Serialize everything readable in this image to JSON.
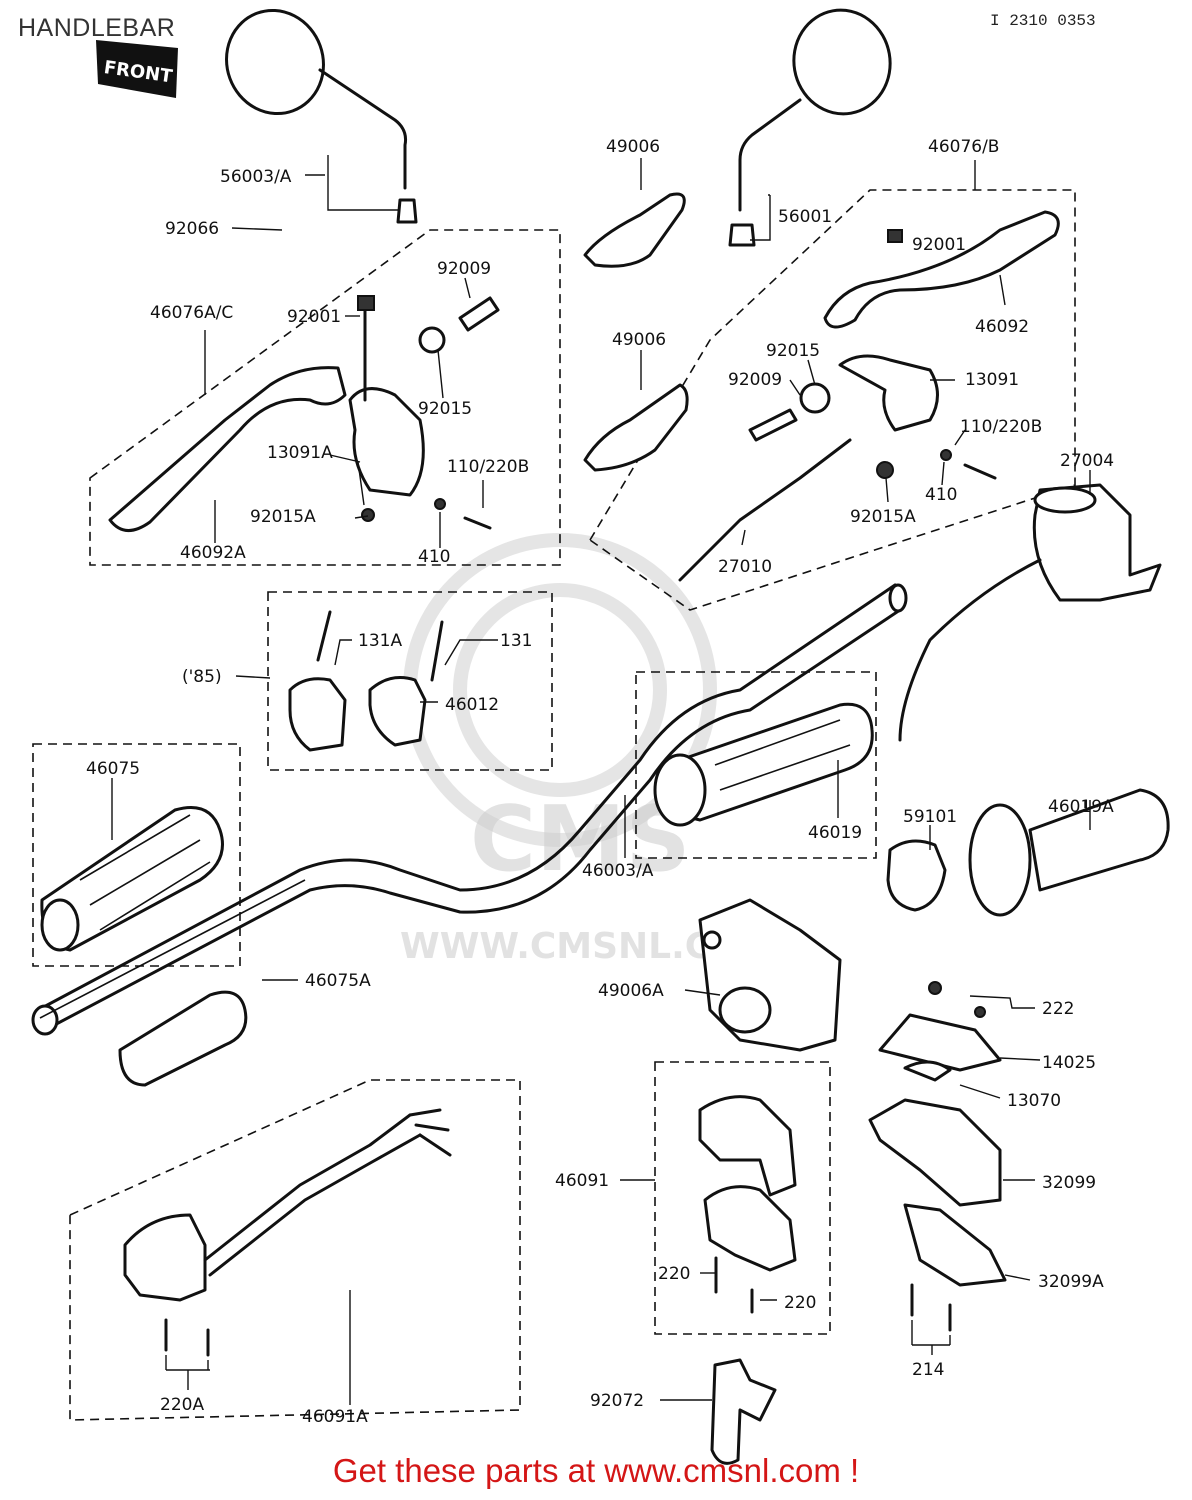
{
  "header": {
    "title": "HANDLEBAR",
    "ref_code": "I 2310 0353"
  },
  "front_marker": "FRONT",
  "watermark": {
    "url": "WWW.CMSNL.COM",
    "logo_text": "CMS"
  },
  "callouts": {
    "p56003A": "56003/A",
    "p92066": "92066",
    "p46076AC": "46076A/C",
    "p92001_left": "92001",
    "p92009_left": "92009",
    "p92015_left": "92015",
    "p13091A": "13091A",
    "p92015A_left": "92015A",
    "p110_220B_left": "110/220B",
    "p410_left": "410",
    "p46092A": "46092A",
    "p49006_top": "49006",
    "p49006_mid": "49006",
    "p56001": "56001",
    "p46076B": "46076/B",
    "p92001_right": "92001",
    "p46092": "46092",
    "p92015_right": "92015",
    "p92009_right": "92009",
    "p13091": "13091",
    "p110_220B_right": "110/220B",
    "p410_right": "410",
    "p92015A_right": "92015A",
    "p27004": "27004",
    "p27010": "27010",
    "p131A": "131A",
    "p131": "131",
    "p85": "('85)",
    "p46012": "46012",
    "p46075": "46075",
    "p46019A": "46019A",
    "p59101": "59101",
    "p46019": "46019",
    "p46003A": "46003/A",
    "p46075A": "46075A",
    "p49006A": "49006A",
    "p222": "222",
    "p14025": "14025",
    "p13070": "13070",
    "p46091": "46091",
    "p32099": "32099",
    "p220_a": "220",
    "p220_b": "220",
    "p32099A": "32099A",
    "p214": "214",
    "p92072": "92072",
    "p220A": "220A",
    "p46091A": "46091A"
  },
  "footer": {
    "text": "Get these parts at www.cmsnl.com !",
    "color": "#d41616"
  }
}
